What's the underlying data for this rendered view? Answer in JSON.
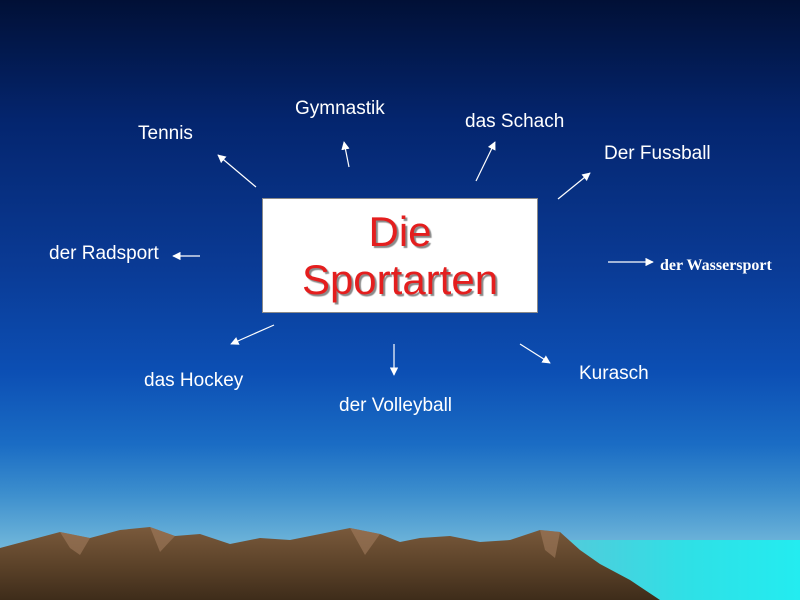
{
  "center": {
    "line1": "Die",
    "line2": "Sportarten"
  },
  "topics": [
    "Tennis",
    "Gymnastik",
    "das Schach",
    "Der Fussball",
    "der Radsport",
    "der Wassersport",
    "das Hockey",
    "der Volleyball",
    "Kurasch"
  ],
  "colors": {
    "title": "#e41e1e",
    "label": "#ffffff",
    "arrow": "#ffffff"
  }
}
